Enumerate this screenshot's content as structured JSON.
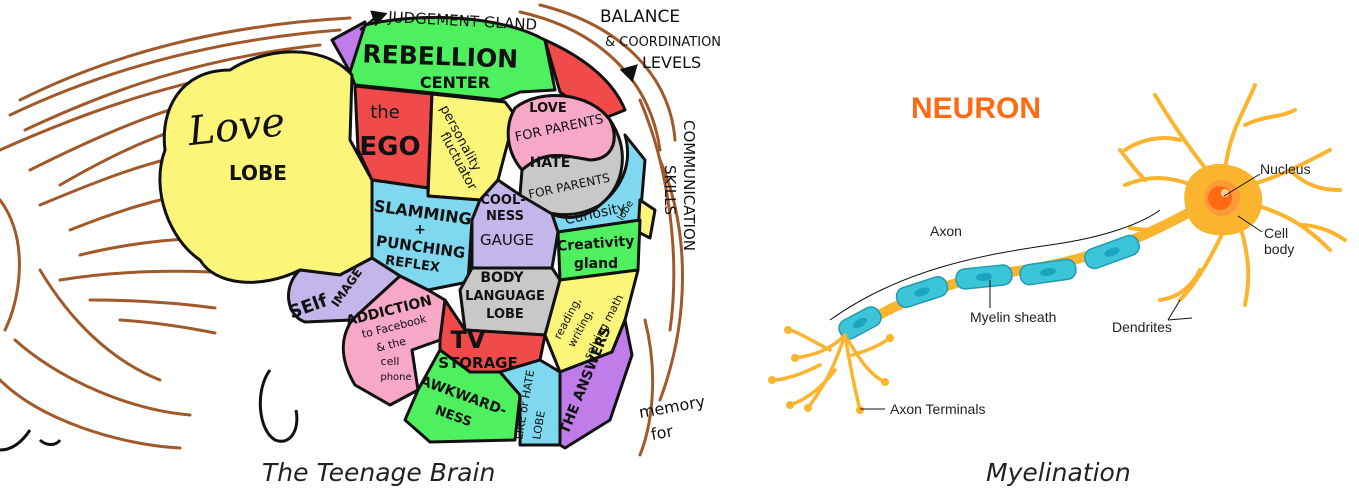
{
  "brain": {
    "caption": "The Teenage Brain",
    "regions": {
      "love_lobe": [
        "Love",
        "LOBE"
      ],
      "rebellion": [
        "REBELLION",
        "CENTER"
      ],
      "ego": [
        "the",
        "EGO"
      ],
      "personality": [
        "personality",
        "fluctuator"
      ],
      "love_parents": [
        "LOVE",
        "FOR PARENTS"
      ],
      "hate_parents": [
        "HATE",
        "FOR PARENTS"
      ],
      "slamming": [
        "SLAMMING",
        "+",
        "PUNCHING",
        "REFLEX"
      ],
      "coolness": [
        "COOL-",
        "NESS",
        "GAUGE"
      ],
      "curiosity": [
        "Curiosity",
        "lobe"
      ],
      "creativity": [
        "Creativity",
        "gland"
      ],
      "self_image": [
        "SElf",
        "IMAGE"
      ],
      "body_language": [
        "BODY",
        "LANGUAGE",
        "LOBE"
      ],
      "reading": [
        "reading,",
        "writing,",
        "solving math"
      ],
      "addiction": [
        "ADDICTION",
        "to Facebook",
        "& the",
        "cell",
        "phone"
      ],
      "tv_storage": [
        "TV",
        "STORAGE"
      ],
      "awkwardness": [
        "AWKWARD-",
        "NESS"
      ],
      "like_hate": [
        "LIKE or HATE",
        "LOBE"
      ],
      "answers": [
        "THE ANSWERS"
      ]
    },
    "outside_labels": {
      "judgement": "JUDGEMENT GLAND",
      "balance": [
        "BALANCE",
        "& COORDINATION",
        "LEVELS"
      ],
      "communication": [
        "COMMUNICATION",
        "SKILLS"
      ],
      "memory": [
        "memory",
        "for"
      ]
    }
  },
  "neuron": {
    "caption": "Myelination",
    "title": "NEURON",
    "labels": {
      "nucleus": "Nucleus",
      "cell_body": [
        "Cell",
        "body"
      ],
      "axon": "Axon",
      "myelin": "Myelin sheath",
      "dendrites": "Dendrites",
      "terminals": "Axon Terminals"
    }
  },
  "colors": {
    "title_orange": "#ff6a13",
    "neuron_body": "#fbb42e",
    "myelin_cyan": "#3cc4d8",
    "hair_brown": "#a0592a",
    "love_yellow": "#fbf57a",
    "rebellion_green": "#4ef05f",
    "ego_red": "#f04a4a",
    "pink": "#f6a8c6",
    "gray": "#c8c8c8",
    "cyan": "#7fd8ef",
    "lavender": "#c3b6ea",
    "purple": "#c07ce8"
  }
}
